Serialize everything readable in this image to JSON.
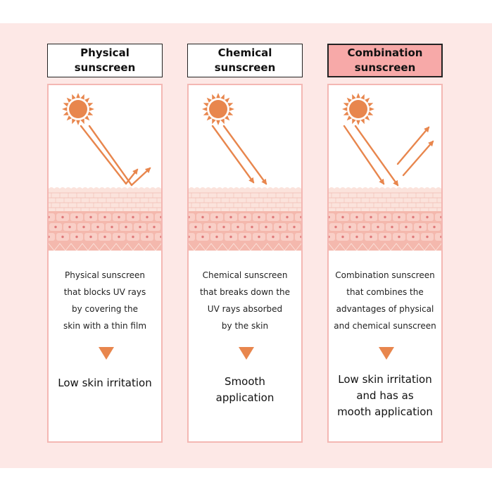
{
  "panels": [
    {
      "title": [
        "Physical",
        "sunscreen"
      ],
      "highlight": false,
      "arrows": "reflect",
      "description": [
        "Physical sunscreen",
        "that blocks UV rays",
        "by covering the",
        "skin with a thin film"
      ],
      "result": [
        "Low skin irritation"
      ]
    },
    {
      "title": [
        "Chemical",
        "sunscreen"
      ],
      "highlight": false,
      "arrows": "absorb",
      "description": [
        "Chemical sunscreen",
        "that breaks down the",
        "UV rays absorbed",
        "by the skin"
      ],
      "result": [
        "Smooth",
        "application"
      ]
    },
    {
      "title": [
        "Combination",
        "sunscreen"
      ],
      "highlight": true,
      "arrows": "both",
      "description": [
        "Combination sunscreen",
        "that combines the",
        "advantages of physical",
        "and chemical sunscreen"
      ],
      "result": [
        "Low skin irritation",
        "and has as",
        "mooth application"
      ]
    }
  ],
  "colors": {
    "background_band": "#fde8e6",
    "panel_border": "#f4b7b3",
    "highlight_title": "#f7a9a8",
    "sun_and_arrows": "#e8864d",
    "skin_top": "#fbe3dc",
    "skin_mid": "#f4b8ad",
    "skin_cell_dot": "#e07a7a"
  },
  "icons": [
    "sun-icon",
    "uv-arrow-icon",
    "skin-layers-icon",
    "down-triangle-icon"
  ]
}
